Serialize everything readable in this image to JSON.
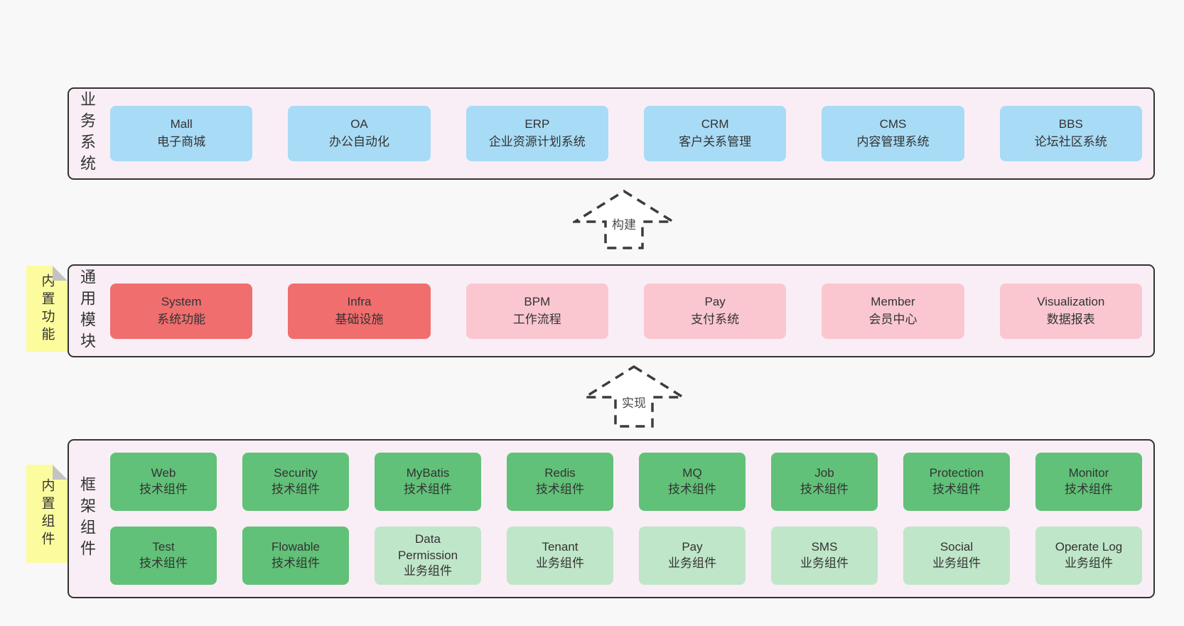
{
  "colors": {
    "pageBg": "#f8f8f8",
    "sectionBg": "#f9eef6",
    "sectionBorder": "#333333",
    "blue": "#a8dbf5",
    "red": "#f06e6e",
    "pink": "#fac7d1",
    "green": "#61c178",
    "lightgreen": "#bfe6c8",
    "noteYellow": "#fcfc9e",
    "noteFold": "#c3c3c3",
    "text": "#333333",
    "arrowStroke": "#3c3c3c"
  },
  "business": {
    "label": "业务系统",
    "boxes": [
      {
        "title": "Mall",
        "subtitle": "电子商城",
        "variant": "blue"
      },
      {
        "title": "OA",
        "subtitle": "办公自动化",
        "variant": "blue"
      },
      {
        "title": "ERP",
        "subtitle": "企业资源计划系统",
        "variant": "blue"
      },
      {
        "title": "CRM",
        "subtitle": "客户关系管理",
        "variant": "blue"
      },
      {
        "title": "CMS",
        "subtitle": "内容管理系统",
        "variant": "blue"
      },
      {
        "title": "BBS",
        "subtitle": "论坛社区系统",
        "variant": "blue"
      }
    ]
  },
  "arrows": {
    "build": "构建",
    "implement": "实现"
  },
  "modules": {
    "note": "内置功能",
    "label": "通用模块",
    "boxes": [
      {
        "title": "System",
        "subtitle": "系统功能",
        "variant": "red"
      },
      {
        "title": "Infra",
        "subtitle": "基础设施",
        "variant": "red"
      },
      {
        "title": "BPM",
        "subtitle": "工作流程",
        "variant": "pink"
      },
      {
        "title": "Pay",
        "subtitle": "支付系统",
        "variant": "pink"
      },
      {
        "title": "Member",
        "subtitle": "会员中心",
        "variant": "pink"
      },
      {
        "title": "Visualization",
        "subtitle": "数据报表",
        "variant": "pink"
      }
    ]
  },
  "components": {
    "note": "内置组件",
    "label": "框架组件",
    "row1": [
      {
        "title": "Web",
        "subtitle": "技术组件",
        "variant": "green"
      },
      {
        "title": "Security",
        "subtitle": "技术组件",
        "variant": "green"
      },
      {
        "title": "MyBatis",
        "subtitle": "技术组件",
        "variant": "green"
      },
      {
        "title": "Redis",
        "subtitle": "技术组件",
        "variant": "green"
      },
      {
        "title": "MQ",
        "subtitle": "技术组件",
        "variant": "green"
      },
      {
        "title": "Job",
        "subtitle": "技术组件",
        "variant": "green"
      },
      {
        "title": "Protection",
        "subtitle": "技术组件",
        "variant": "green"
      },
      {
        "title": "Monitor",
        "subtitle": "技术组件",
        "variant": "green"
      }
    ],
    "row2": [
      {
        "title": "Test",
        "subtitle": "技术组件",
        "variant": "green"
      },
      {
        "title": "Flowable",
        "subtitle": "技术组件",
        "variant": "green"
      },
      {
        "title": "Data Permission",
        "subtitle": "业务组件",
        "variant": "lightgreen"
      },
      {
        "title": "Tenant",
        "subtitle": "业务组件",
        "variant": "lightgreen"
      },
      {
        "title": "Pay",
        "subtitle": "业务组件",
        "variant": "lightgreen"
      },
      {
        "title": "SMS",
        "subtitle": "业务组件",
        "variant": "lightgreen"
      },
      {
        "title": "Social",
        "subtitle": "业务组件",
        "variant": "lightgreen"
      },
      {
        "title": "Operate Log",
        "subtitle": "业务组件",
        "variant": "lightgreen"
      }
    ]
  }
}
